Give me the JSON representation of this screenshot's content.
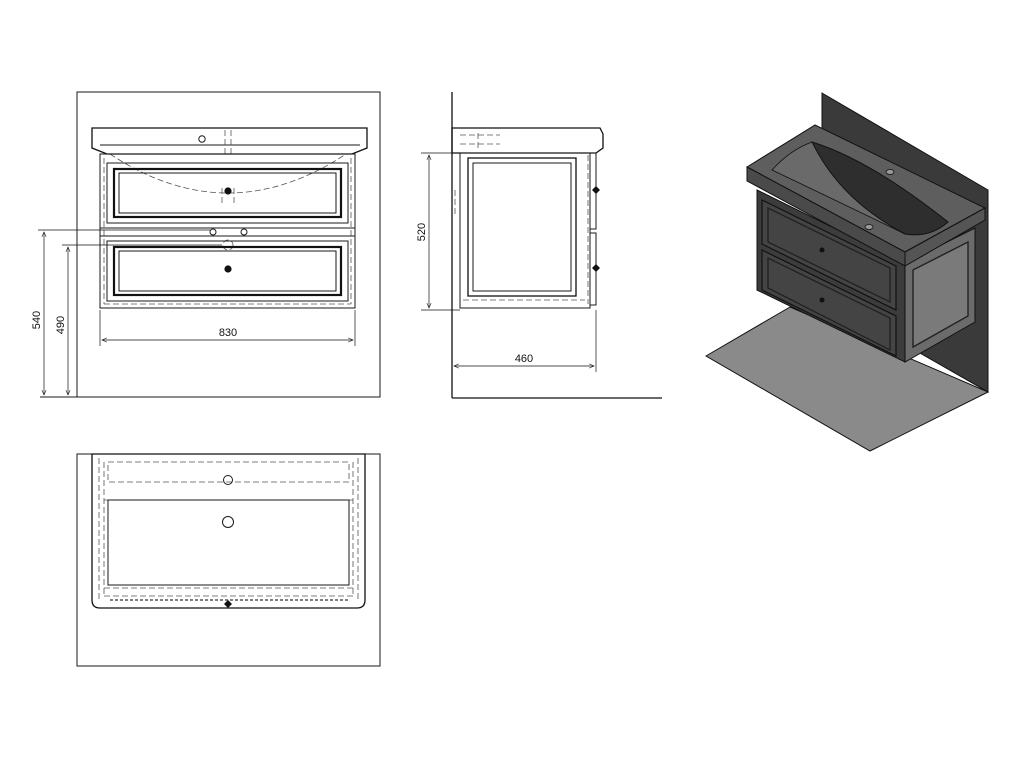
{
  "dimensions": {
    "front_width": "830",
    "front_height_total": "540",
    "front_height_cabinet": "490",
    "side_height": "520",
    "side_depth": "460"
  },
  "views": [
    {
      "name": "front-view",
      "label": ""
    },
    {
      "name": "side-view",
      "label": ""
    },
    {
      "name": "top-view",
      "label": ""
    },
    {
      "name": "isometric-view",
      "label": ""
    }
  ],
  "colors": {
    "line": "#1a1a1a",
    "hidden_line": "#555555",
    "cabinet_dark": "#3c3c3c",
    "cabinet_side": "#6b6b6b",
    "basin": "#7a7a7a",
    "wall": "#3a3a3a",
    "floor": "#8a8a8a"
  }
}
